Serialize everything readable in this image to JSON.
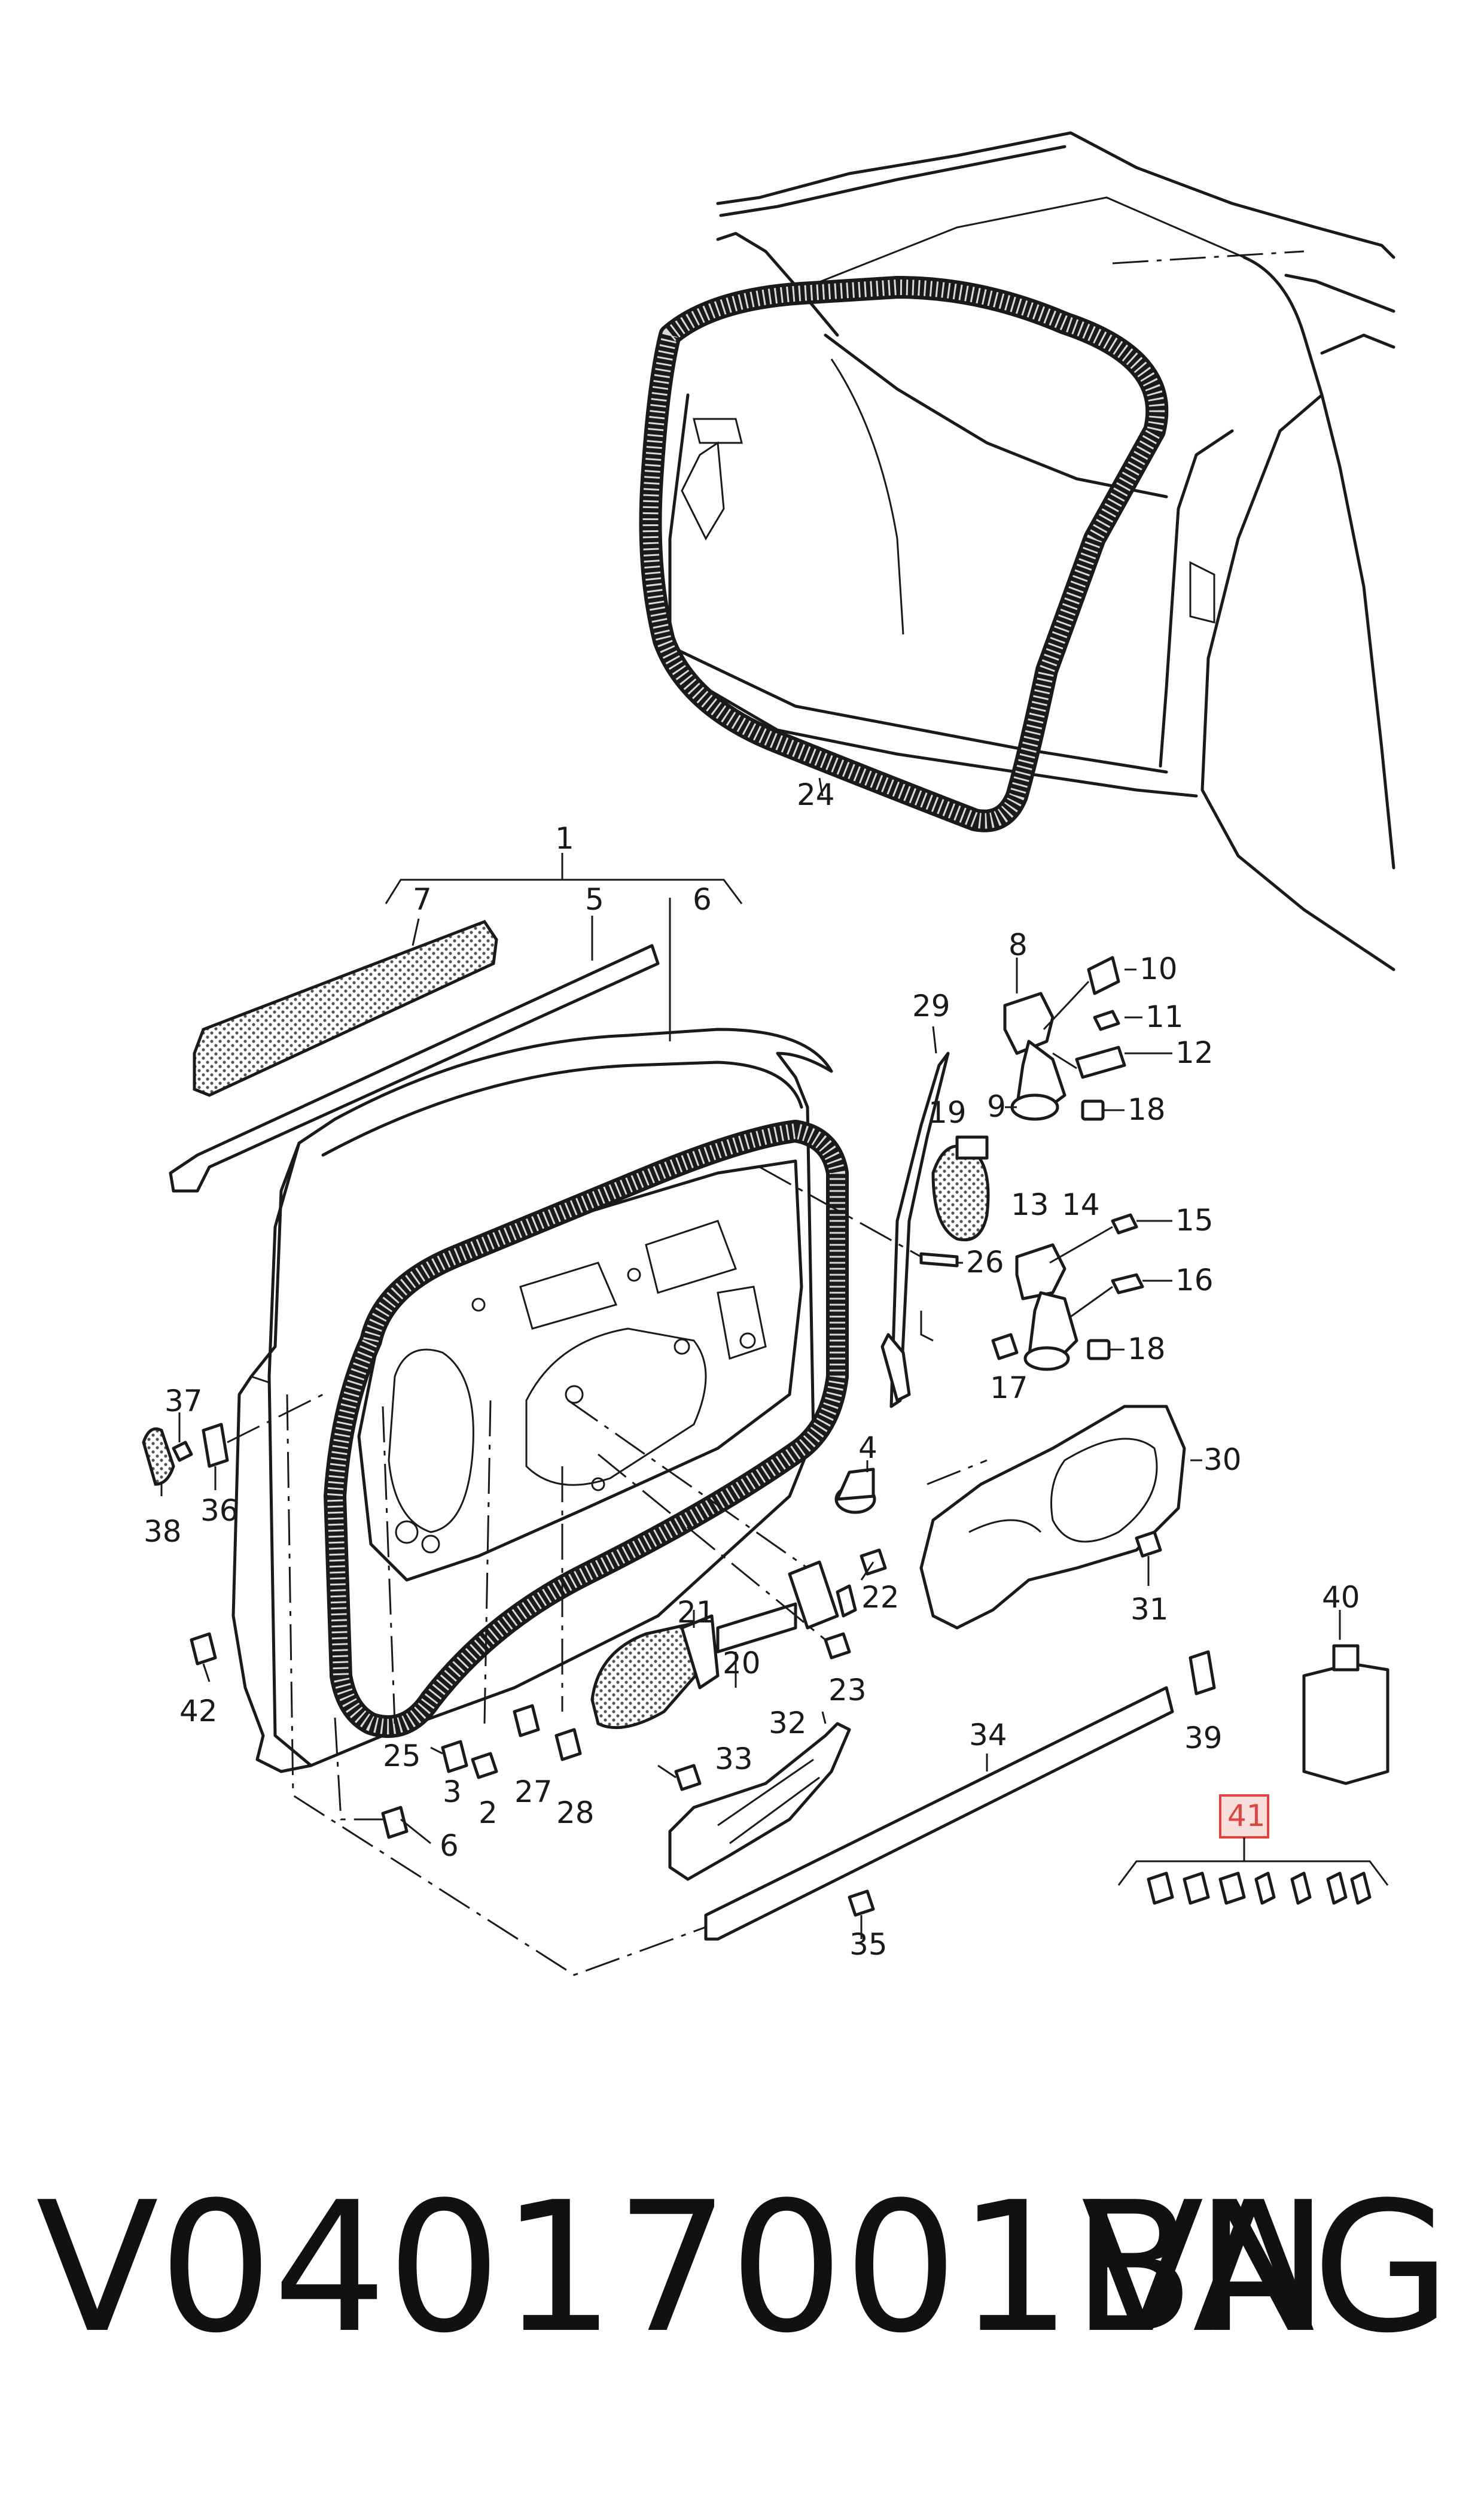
{
  "callouts": {
    "c1": "1",
    "c2": "2",
    "c3": "3",
    "c4": "4",
    "c5": "5",
    "c6a": "6",
    "c6b": "6",
    "c7": "7",
    "c8": "8",
    "c9": "9",
    "c10": "10",
    "c11": "11",
    "c12": "12",
    "c13": "13",
    "c14": "14",
    "c15": "15",
    "c16": "16",
    "c17": "17",
    "c18a": "18",
    "c18b": "18",
    "c19": "19",
    "c20": "20",
    "c21": "21",
    "c22": "22",
    "c23": "23",
    "c24": "24",
    "c25": "25",
    "c26": "26",
    "c27": "27",
    "c28": "28",
    "c29": "29",
    "c30": "30",
    "c31": "31",
    "c32": "32",
    "c33": "33",
    "c34": "34",
    "c35": "35",
    "c36": "36",
    "c37": "37",
    "c38": "38",
    "c39": "39",
    "c40": "40",
    "c41": "41",
    "c42": "42"
  },
  "highlight_color": "#e0443c",
  "footer": {
    "part_number": "V04017001BN",
    "brand": "VAG"
  }
}
